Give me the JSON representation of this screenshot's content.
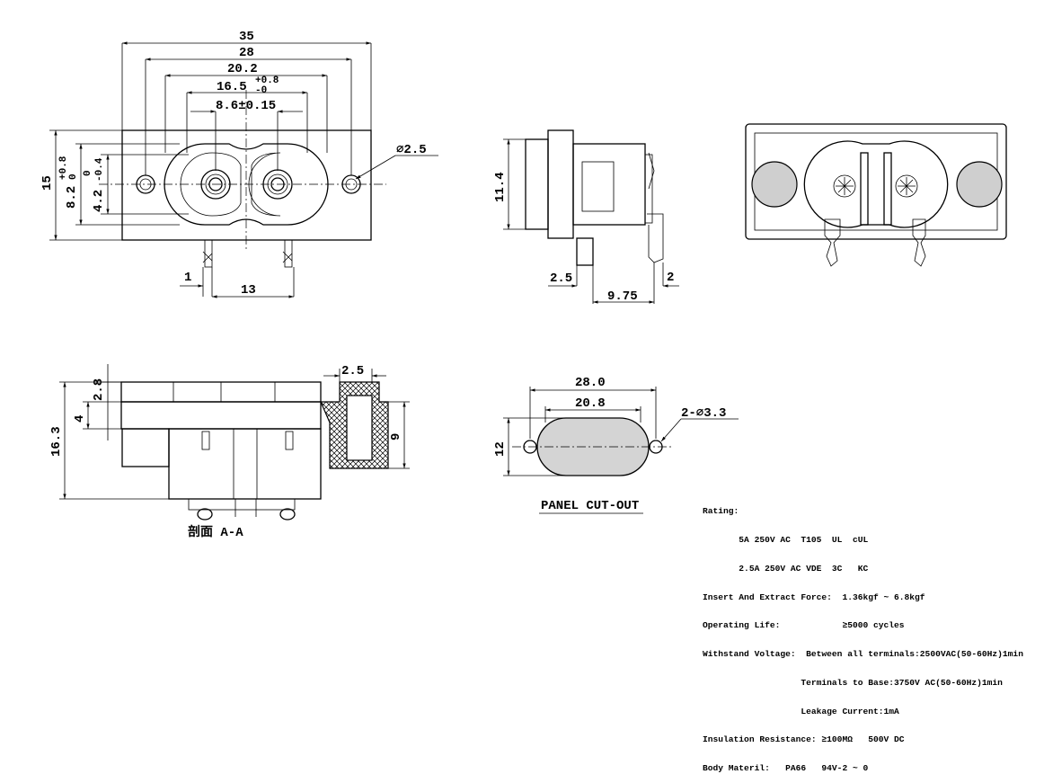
{
  "dimensions": {
    "top_view": {
      "d35": "35",
      "d28": "28",
      "d20_2": "20.2",
      "d16_5": "16.5",
      "d16_5_tol_upper": "+0.8",
      "d16_5_tol_lower": "-0",
      "d8_6": "8.6±0.15",
      "hole_dia": "∅2.5",
      "height_15": "15",
      "d8_2": "8.2",
      "d8_2_tol_upper": "+0.8",
      "d8_2_tol_lower": "0",
      "d4_2": "4.2",
      "d4_2_tol_upper": "0",
      "d4_2_tol_lower": "-0.4",
      "pin_1": "1",
      "pin_13": "13"
    },
    "side_view": {
      "height": "11.4",
      "d2_5": "2.5",
      "d9_75": "9.75",
      "d2": "2"
    },
    "section_view": {
      "d2_8": "2.8",
      "d4": "4",
      "d16_3": "16.3",
      "d2_5": "2.5",
      "d9": "9",
      "label": "剖面 A-A"
    },
    "panel_cutout": {
      "d28_0": "28.0",
      "d20_8": "20.8",
      "d12": "12",
      "holes": "2-∅3.3",
      "label": "PANEL CUT-OUT"
    }
  },
  "specifications": {
    "title": "Rating:",
    "lines": [
      "       5A 250V AC  T105  UL  cUL",
      "       2.5A 250V AC VDE  3C   KC",
      "Insert And Extract Force:  1.36kgf ~ 6.8kgf",
      "Operating Life:            ≥5000 cycles",
      "Withstand Voltage:  Between all terminals:2500VAC(50-60Hz)1min",
      "                   Terminals to Base:3750V AC(50-60Hz)1min",
      "                   Leakage Current:1mA",
      "Insulation Resistance: ≥100MΩ   500V DC",
      "Body Materil:   PA66   94V-2 ~ 0"
    ]
  }
}
